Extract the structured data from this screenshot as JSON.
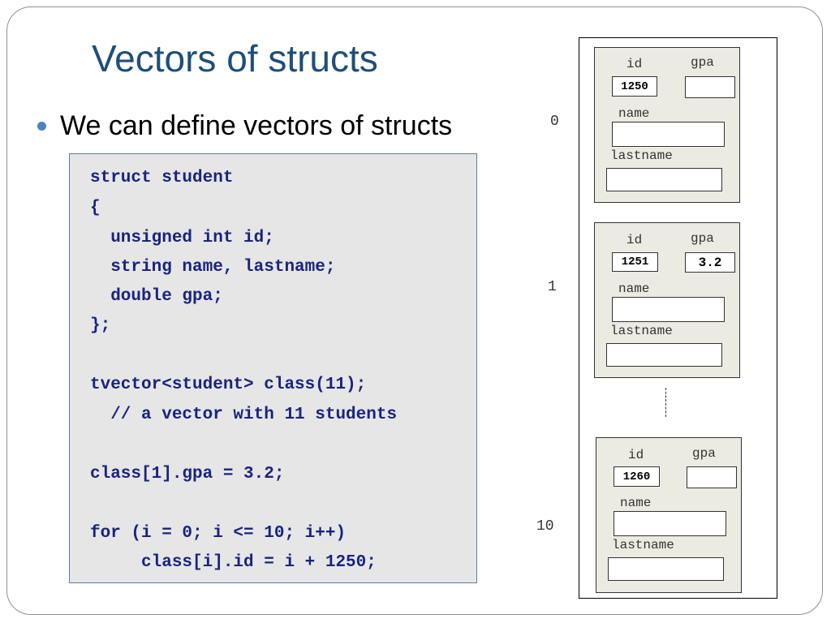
{
  "slide": {
    "title": "Vectors of structs",
    "bullet": "We can define vectors of structs"
  },
  "code": [
    "struct student",
    "{",
    "  unsigned int id;",
    "  string name, lastname;",
    "  double gpa;",
    "};",
    "",
    "tvector<student> class(11);",
    "  // a vector with 11 students",
    "",
    "class[1].gpa = 3.2;",
    "",
    "for (i = 0; i <= 10; i++)",
    "     class[i].id = i + 1250;"
  ],
  "memory": {
    "labels": {
      "id": "id",
      "gpa": "gpa",
      "name": "name",
      "lastname": "lastname"
    },
    "records": [
      {
        "index": "0",
        "id": "1250",
        "gpa": "",
        "name": "",
        "lastname": ""
      },
      {
        "index": "1",
        "id": "1251",
        "gpa": "3.2",
        "name": "",
        "lastname": ""
      },
      {
        "index": "10",
        "id": "1260",
        "gpa": "",
        "name": "",
        "lastname": ""
      }
    ]
  }
}
